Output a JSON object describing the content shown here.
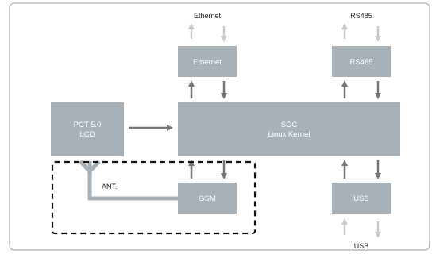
{
  "colors": {
    "frame_border": "#9a9a9a",
    "block_fill": "#a9b1b8",
    "arrow_dark": "#767676",
    "arrow_light": "#c9c9c9",
    "dashed_box": "#111111",
    "antenna": "#a9b1b8"
  },
  "labels": {
    "ethernet_external": "Ethernet",
    "rs485_external": "RS485",
    "usb_external": "USB",
    "antenna": "ANT."
  },
  "blocks": {
    "ethernet": "Ethernet",
    "rs485": "RS485",
    "lcd_line1": "PCT 5.0",
    "lcd_line2": "LCD",
    "soc_line1": "SOC",
    "soc_line2": "Linux Kernel",
    "gsm": "GSM",
    "usb": "USB"
  }
}
